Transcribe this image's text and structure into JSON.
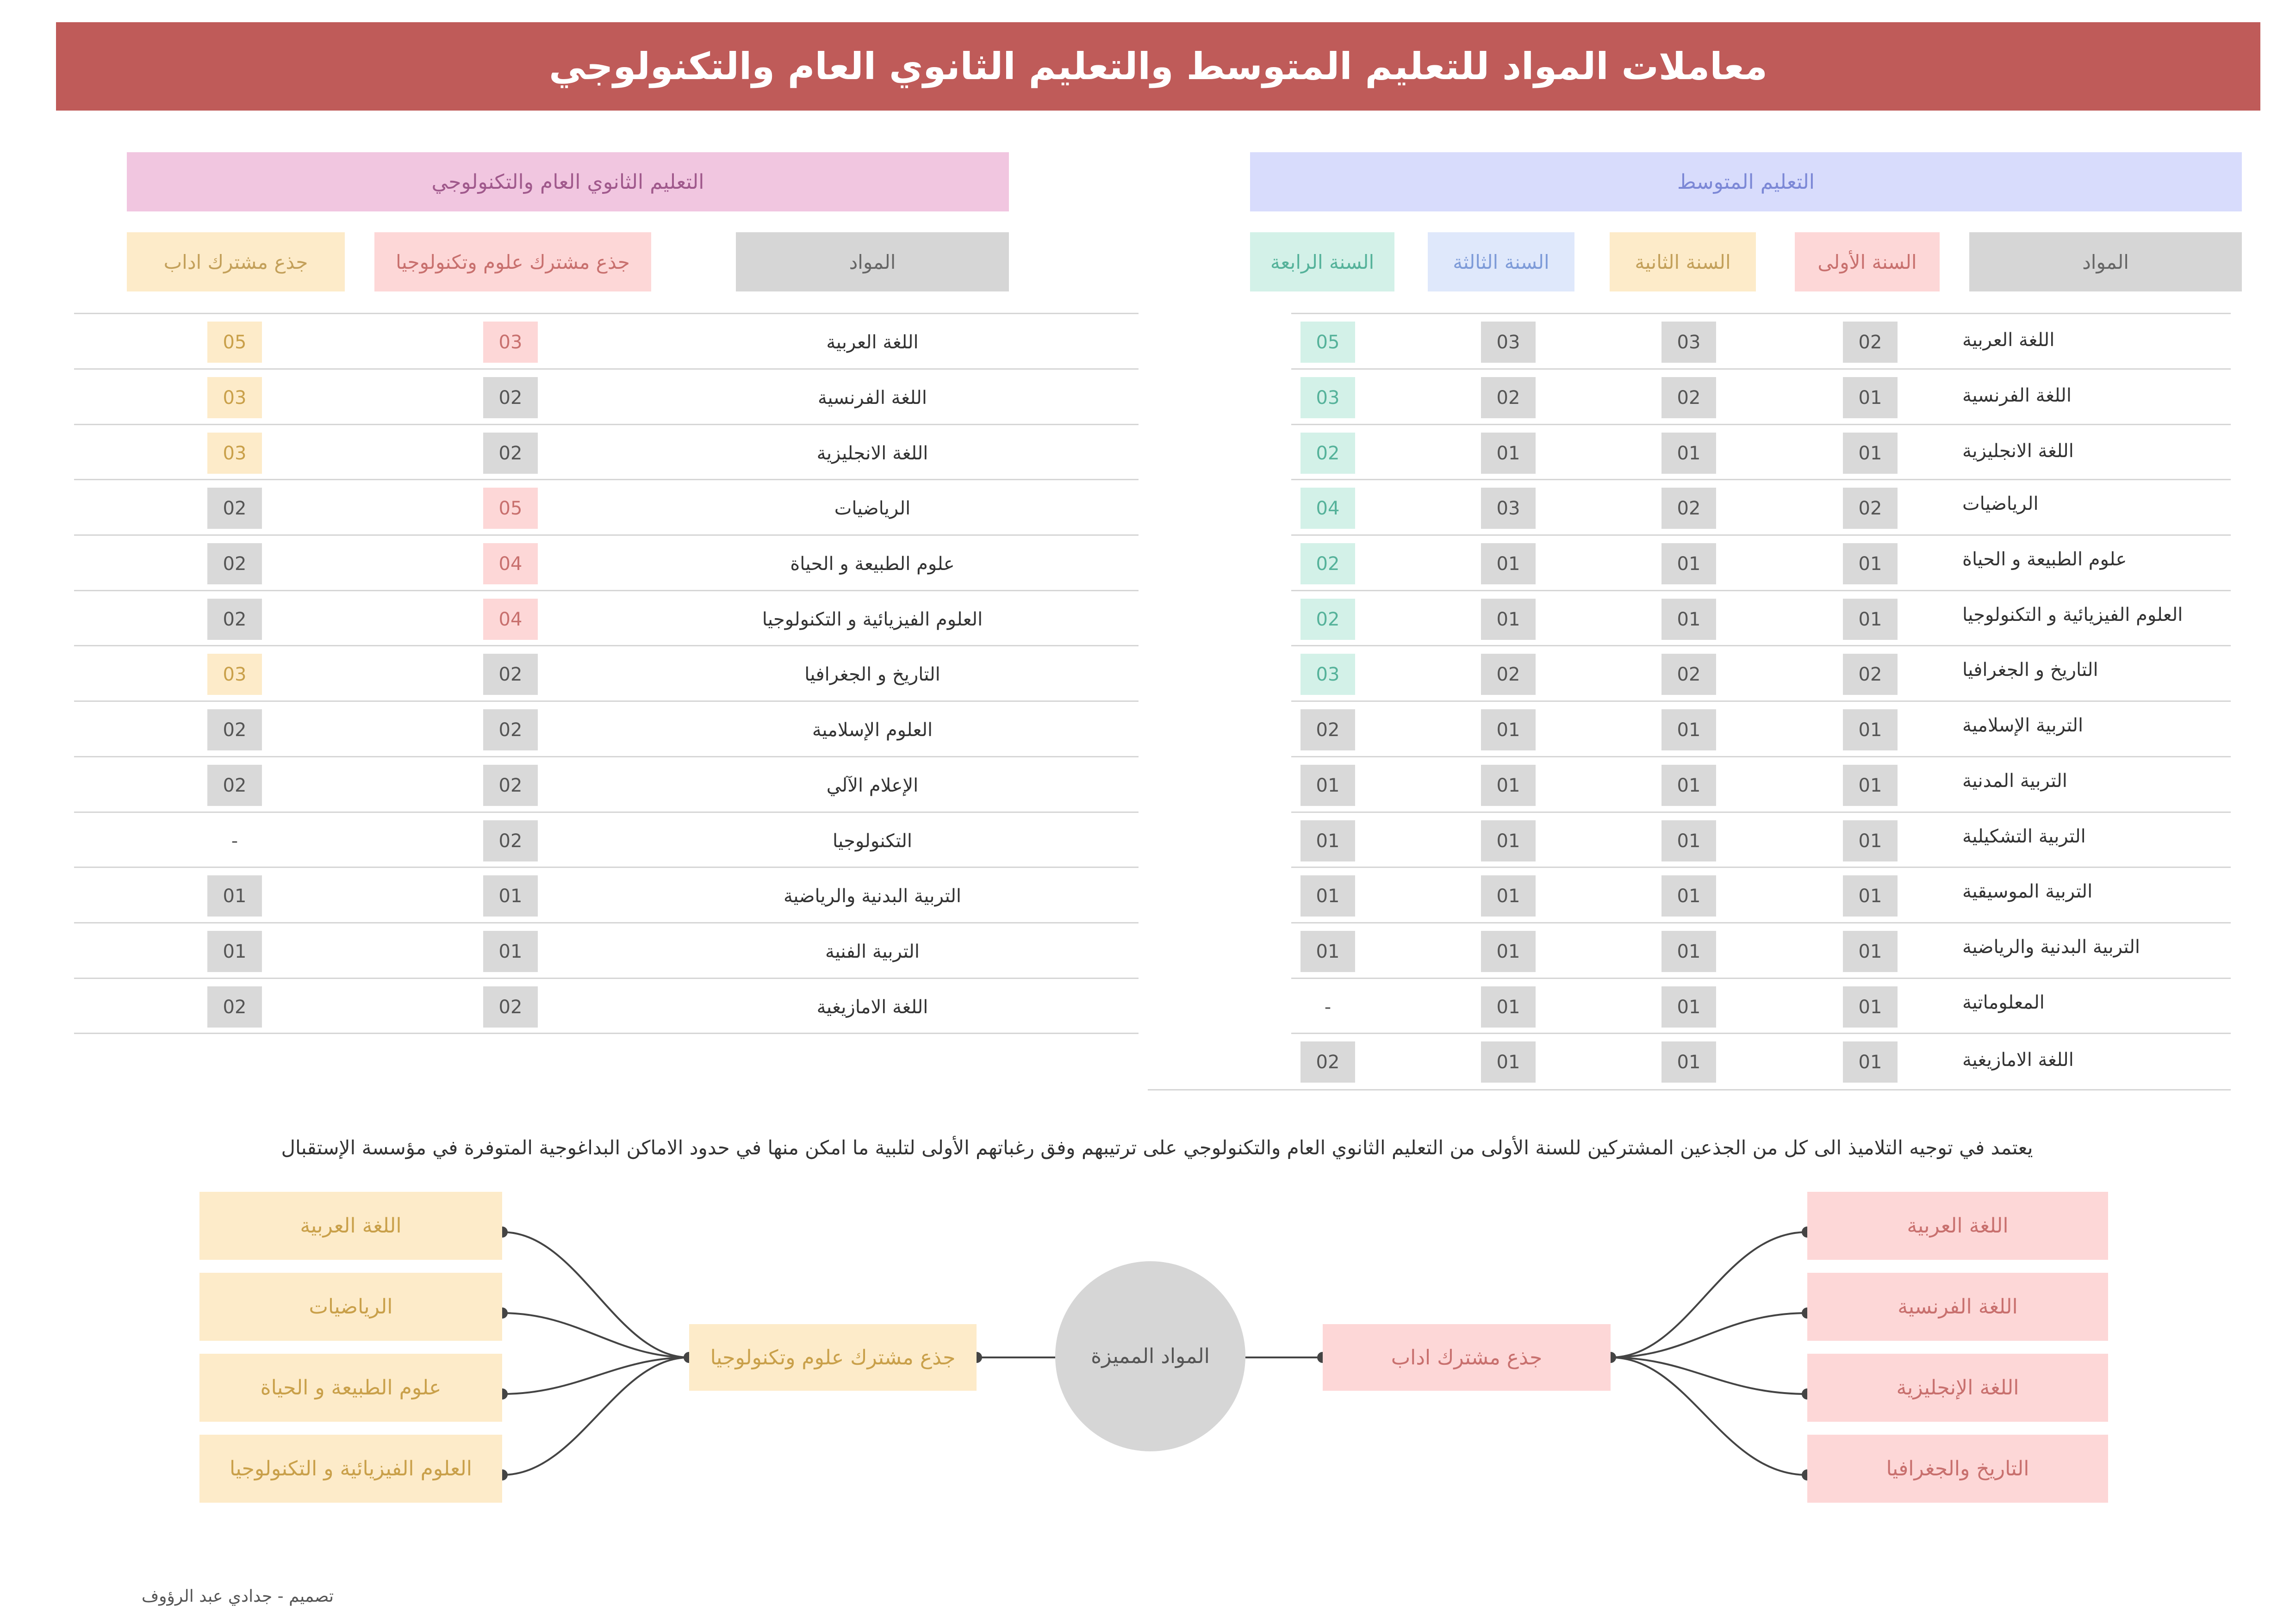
{
  "title": "معاملات المواد للتعليم المتوسط والتعليم الثانوي العام والتكنولوجي",
  "secondary": {
    "header": "التعليم الثانوي العام والتكنولوجي",
    "columns": [
      "المواد",
      "جذع مشترك علوم وتكنولوجيا",
      "جذع مشترك اداب"
    ],
    "rows": [
      {
        "subject": "اللغة العربية",
        "sci": "03",
        "lit": "05"
      },
      {
        "subject": "اللغة الفرنسية",
        "sci": "02",
        "lit": "03"
      },
      {
        "subject": "اللغة الانجليزية",
        "sci": "02",
        "lit": "03"
      },
      {
        "subject": "الرياضيات",
        "sci": "05",
        "lit": "02"
      },
      {
        "subject": "علوم الطبيعة و الحياة",
        "sci": "04",
        "lit": "02"
      },
      {
        "subject": "العلوم الفيزيائية و التكنولوجيا",
        "sci": "04",
        "lit": "02"
      },
      {
        "subject": "التاريخ و الجغرافيا",
        "sci": "02",
        "lit": "03"
      },
      {
        "subject": "العلوم الإسلامية",
        "sci": "02",
        "lit": "02"
      },
      {
        "subject": "الإعلام الآلي",
        "sci": "02",
        "lit": "02"
      },
      {
        "subject": "التكنولوجيا",
        "sci": "02",
        "lit": "-"
      },
      {
        "subject": "التربية البدنية والرياضية",
        "sci": "01",
        "lit": "01"
      },
      {
        "subject": "التربية الفنية",
        "sci": "01",
        "lit": "01"
      },
      {
        "subject": "اللغة الامازيغية",
        "sci": "02",
        "lit": "02"
      }
    ]
  },
  "middle": {
    "header": "التعليم المتوسط",
    "columns": [
      "المواد",
      "السنة الأولى",
      "السنة الثانية",
      "السنة الثالثة",
      "السنة الرابعة"
    ],
    "rows": [
      {
        "subject": "اللغة العربية",
        "y1": "02",
        "y2": "03",
        "y3": "03",
        "y4": "05"
      },
      {
        "subject": "اللغة الفرنسية",
        "y1": "01",
        "y2": "02",
        "y3": "02",
        "y4": "03"
      },
      {
        "subject": "اللغة الانجليزية",
        "y1": "01",
        "y2": "01",
        "y3": "01",
        "y4": "02"
      },
      {
        "subject": "الرياضيات",
        "y1": "02",
        "y2": "02",
        "y3": "03",
        "y4": "04"
      },
      {
        "subject": "علوم الطبيعة و الحياة",
        "y1": "01",
        "y2": "01",
        "y3": "01",
        "y4": "02"
      },
      {
        "subject": "العلوم الفيزيائية و التكنولوجيا",
        "y1": "01",
        "y2": "01",
        "y3": "01",
        "y4": "02"
      },
      {
        "subject": "التاريخ و الجغرافيا",
        "y1": "02",
        "y2": "02",
        "y3": "02",
        "y4": "03"
      },
      {
        "subject": "التربية الإسلامية",
        "y1": "01",
        "y2": "01",
        "y3": "01",
        "y4": "02"
      },
      {
        "subject": "التربية المدنية",
        "y1": "01",
        "y2": "01",
        "y3": "01",
        "y4": "01"
      },
      {
        "subject": "التربية التشكيلية",
        "y1": "01",
        "y2": "01",
        "y3": "01",
        "y4": "01"
      },
      {
        "subject": "التربية الموسيقية",
        "y1": "01",
        "y2": "01",
        "y3": "01",
        "y4": "01"
      },
      {
        "subject": "التربية البدنية والرياضية",
        "y1": "01",
        "y2": "01",
        "y3": "01",
        "y4": "01"
      },
      {
        "subject": "المعلوماتية",
        "y1": "01",
        "y2": "01",
        "y3": "01",
        "y4": "-"
      },
      {
        "subject": "اللغة الامازيغية",
        "y1": "01",
        "y2": "01",
        "y3": "01",
        "y4": "02"
      }
    ]
  },
  "note": "يعتمد في توجيه التلاميذ الى كل من الجذعين المشتركين للسنة الأولى من التعليم الثانوي العام والتكنولوجي على ترتيبهم وفق رغباتهم الأولى لتلبية ما امكن منها في حدود الاماكن البداغوجية المتوفرة في مؤسسة الإستقبال",
  "mindmap": {
    "center": "المواد المميزة",
    "sci_node": "جذع مشترك علوم وتكنولوجيا",
    "lit_node": "جذع مشترك اداب",
    "sci_items": [
      "اللغة العربية",
      "الرياضيات",
      "علوم الطبيعة و الحياة",
      "العلوم الفيزيائية و التكنولوجيا"
    ],
    "lit_items": [
      "اللغة العربية",
      "اللغة الفرنسية",
      "اللغة الإنجليزية",
      "التاريخ والجغرافيا"
    ]
  },
  "credit": "تصميم - جدادي عبد الرؤوف",
  "colors": {
    "banner": "#bf5b59",
    "pink": "#fdd7d7",
    "yellow": "#fdebc9",
    "green": "#d3f1e8",
    "blue": "#dfe8fb",
    "gray": "#d9d9d9",
    "lavender": "#d8dcfc",
    "mauve": "#f1c6e0"
  }
}
